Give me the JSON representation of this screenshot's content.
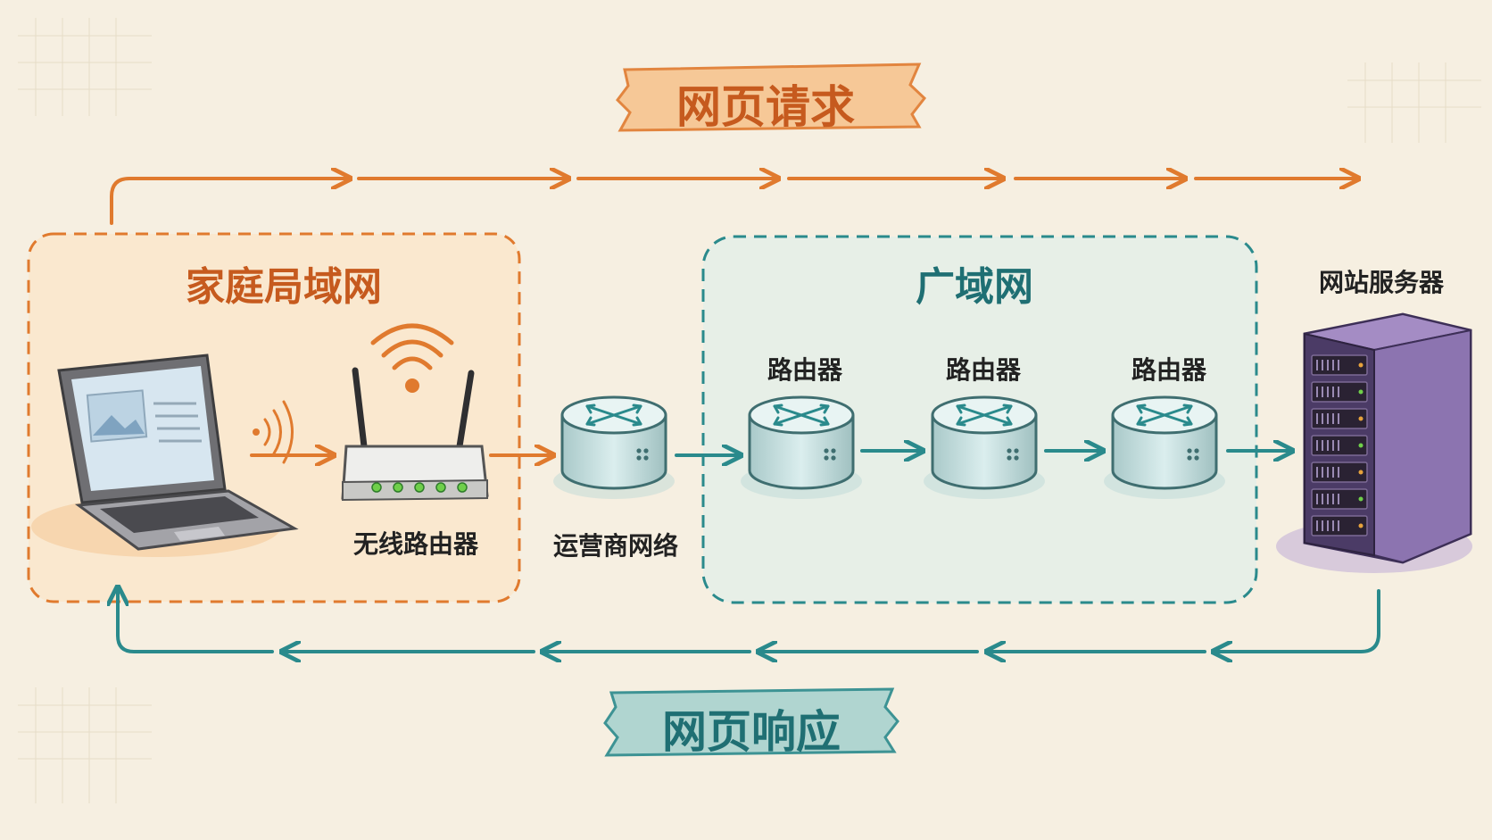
{
  "title_request": "网页请求",
  "title_response": "网页响应",
  "home_lan": {
    "title": "家庭局域网",
    "wireless_router_label": "无线路由器"
  },
  "isp_label": "运营商网络",
  "wan": {
    "title": "广域网",
    "routers": [
      "路由器",
      "路由器",
      "路由器"
    ]
  },
  "server_label": "网站服务器",
  "colors": {
    "request": "#e07a2e",
    "response": "#2a8a8c",
    "home_bg": "#fbe6c8",
    "wan_bg": "#e4efe9",
    "server": "#7a5a9e"
  },
  "icons": [
    "laptop-icon",
    "wireless-router-icon",
    "wifi-signal-icon",
    "router-icon",
    "server-rack-icon"
  ]
}
